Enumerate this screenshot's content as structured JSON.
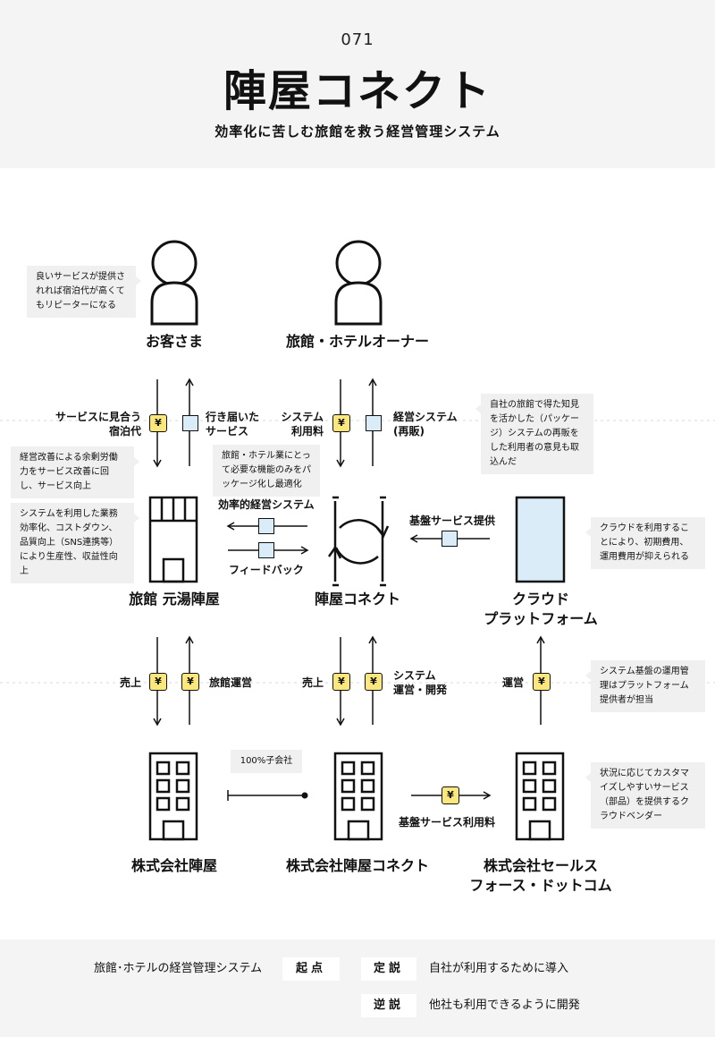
{
  "header": {
    "number": "071",
    "title": "陣屋コネクト",
    "subtitle": "効率化に苦しむ旅館を救う経営管理システム"
  },
  "nodes": {
    "customer": "お客さま",
    "owner": "旅館・ホテルオーナー",
    "ryokan": "旅館 元湯陣屋",
    "connect": "陣屋コネクト",
    "cloud_line1": "クラウド",
    "cloud_line2": "プラットフォーム",
    "jinya_corp": "株式会社陣屋",
    "connect_corp": "株式会社陣屋コネクト",
    "sf_line1": "株式会社セールス",
    "sf_line2": "フォース・ドットコム"
  },
  "edges": {
    "service_fee_1": "サービスに見合う",
    "service_fee_2": "宿泊代",
    "service_1": "行き届いた",
    "service_2": "サービス",
    "system_fee_1": "システム",
    "system_fee_2": "利用料",
    "mgmt_system_1": "経営システム",
    "mgmt_system_2": "(再販)",
    "efficient_system": "効率的経営システム",
    "feedback": "フィードバック",
    "base_service": "基盤サービス提供",
    "sales_left": "売上",
    "ryokan_ops": "旅館運営",
    "sales_mid": "売上",
    "sys_ops_1": "システム",
    "sys_ops_2": "運営・開発",
    "operation": "運営",
    "subsidiary": "100%子会社",
    "base_fee": "基盤サービス利用料"
  },
  "symbols": {
    "yen": "¥"
  },
  "notes": {
    "good_service": "良いサービスが提供されれば宿泊代が高くてもリピーターになる",
    "labor_cost": "経営改善による余剰労働力をサービス改善に回し、サービス向上",
    "productivity": "システムを利用した業務効率化、コストダウン、品質向上（SNS連携等）により生産性、収益性向上",
    "package": "旅館・ホテル業にとって必要な機能のみをパッケージ化し最適化",
    "resale": "自社の旅館で得た知見を活かした（パッケージ）システムの再販をした利用者の意見も取込んだ",
    "cloud_cost": "クラウドを利用することにより、初期費用、運用費用が抑えられる",
    "platform_provider": "システム基盤の運用管理はプラットフォーム提供者が担当",
    "customizable": "状況に応じてカスタマイズしやすいサービス（部品）を提供するクラウドベンダー"
  },
  "footer": {
    "topic": "旅館･ホテルの経営管理システム",
    "origin": "起点",
    "thesis": "定説",
    "thesis_text": "自社が利用するために導入",
    "antithesis": "逆説",
    "antithesis_text": "他社も利用できるように開発"
  },
  "colors": {
    "yen_fill": "#fbe77c",
    "service_fill": "#d9ecf8",
    "note_bg": "#f0f0f0",
    "band_bg": "#f4f4f4"
  }
}
